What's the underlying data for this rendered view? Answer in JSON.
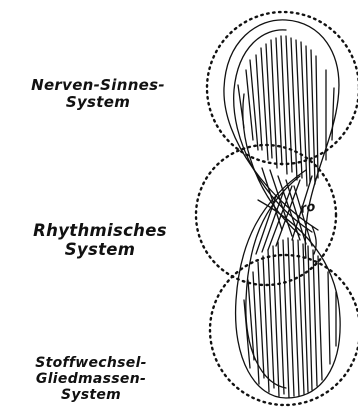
{
  "labels": {
    "nerven_sinnes": [
      "Nerven-Sinnes-",
      "System"
    ],
    "rhythmisches": [
      "Rhythmisches",
      "System"
    ],
    "stoffwechsel": [
      "Stoffwechsel-",
      "Gliedmassen-",
      "System"
    ]
  },
  "annotation": "ro",
  "colors": {
    "ink": "#111111",
    "background": "#ffffff"
  }
}
